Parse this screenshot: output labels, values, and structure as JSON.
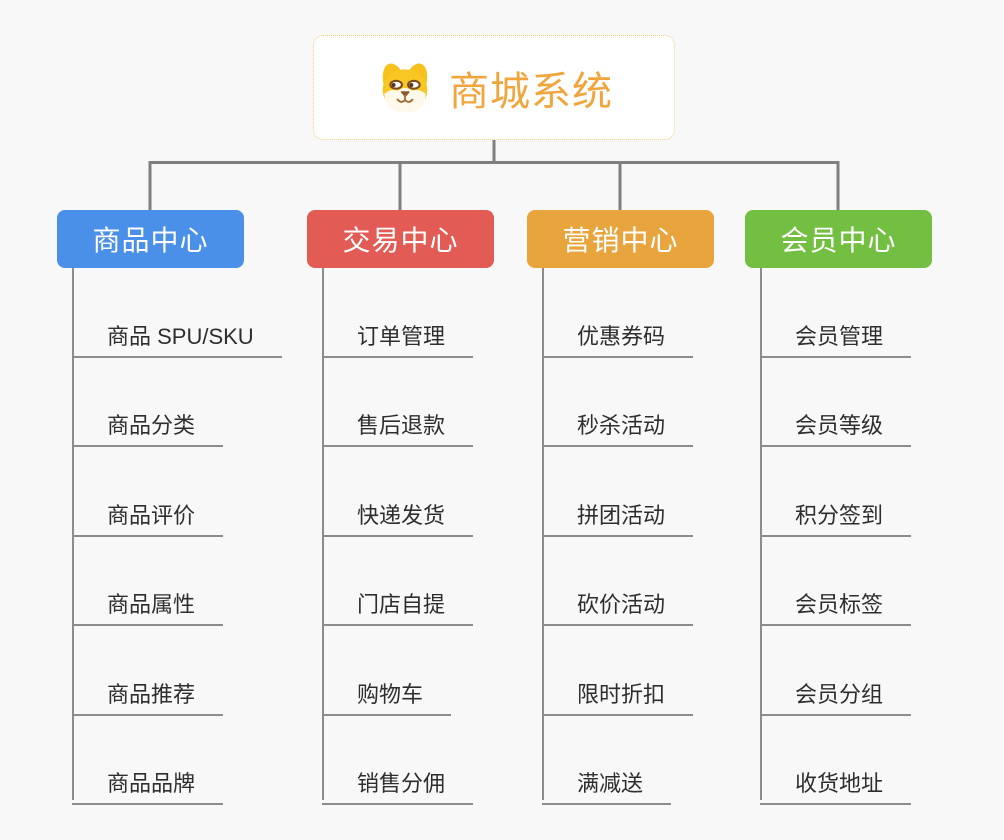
{
  "root": {
    "title": "商城系统",
    "icon": "dog-face-icon"
  },
  "branches": [
    {
      "label": "商品中心",
      "color": "#4a8fe8",
      "items": [
        "商品 SPU/SKU",
        "商品分类",
        "商品评价",
        "商品属性",
        "商品推荐",
        "商品品牌"
      ]
    },
    {
      "label": "交易中心",
      "color": "#e25b54",
      "items": [
        "订单管理",
        "售后退款",
        "快递发货",
        "门店自提",
        "购物车",
        "销售分佣"
      ]
    },
    {
      "label": "营销中心",
      "color": "#e8a43d",
      "items": [
        "优惠券码",
        "秒杀活动",
        "拼团活动",
        "砍价活动",
        "限时折扣",
        "满减送"
      ]
    },
    {
      "label": "会员中心",
      "color": "#73bf42",
      "items": [
        "会员管理",
        "会员等级",
        "积分签到",
        "会员标签",
        "会员分组",
        "收货地址"
      ]
    }
  ],
  "colors": {
    "background": "#f8f8f8",
    "tree_connector": "#7f7f7f",
    "branch_spine": "#8c8c8c",
    "item_underline": "#8c8c8c",
    "item_text": "#2e2e2e",
    "root_border": "#f4ca80",
    "root_title": "#f0a53d",
    "node_text": "#ffffff"
  }
}
